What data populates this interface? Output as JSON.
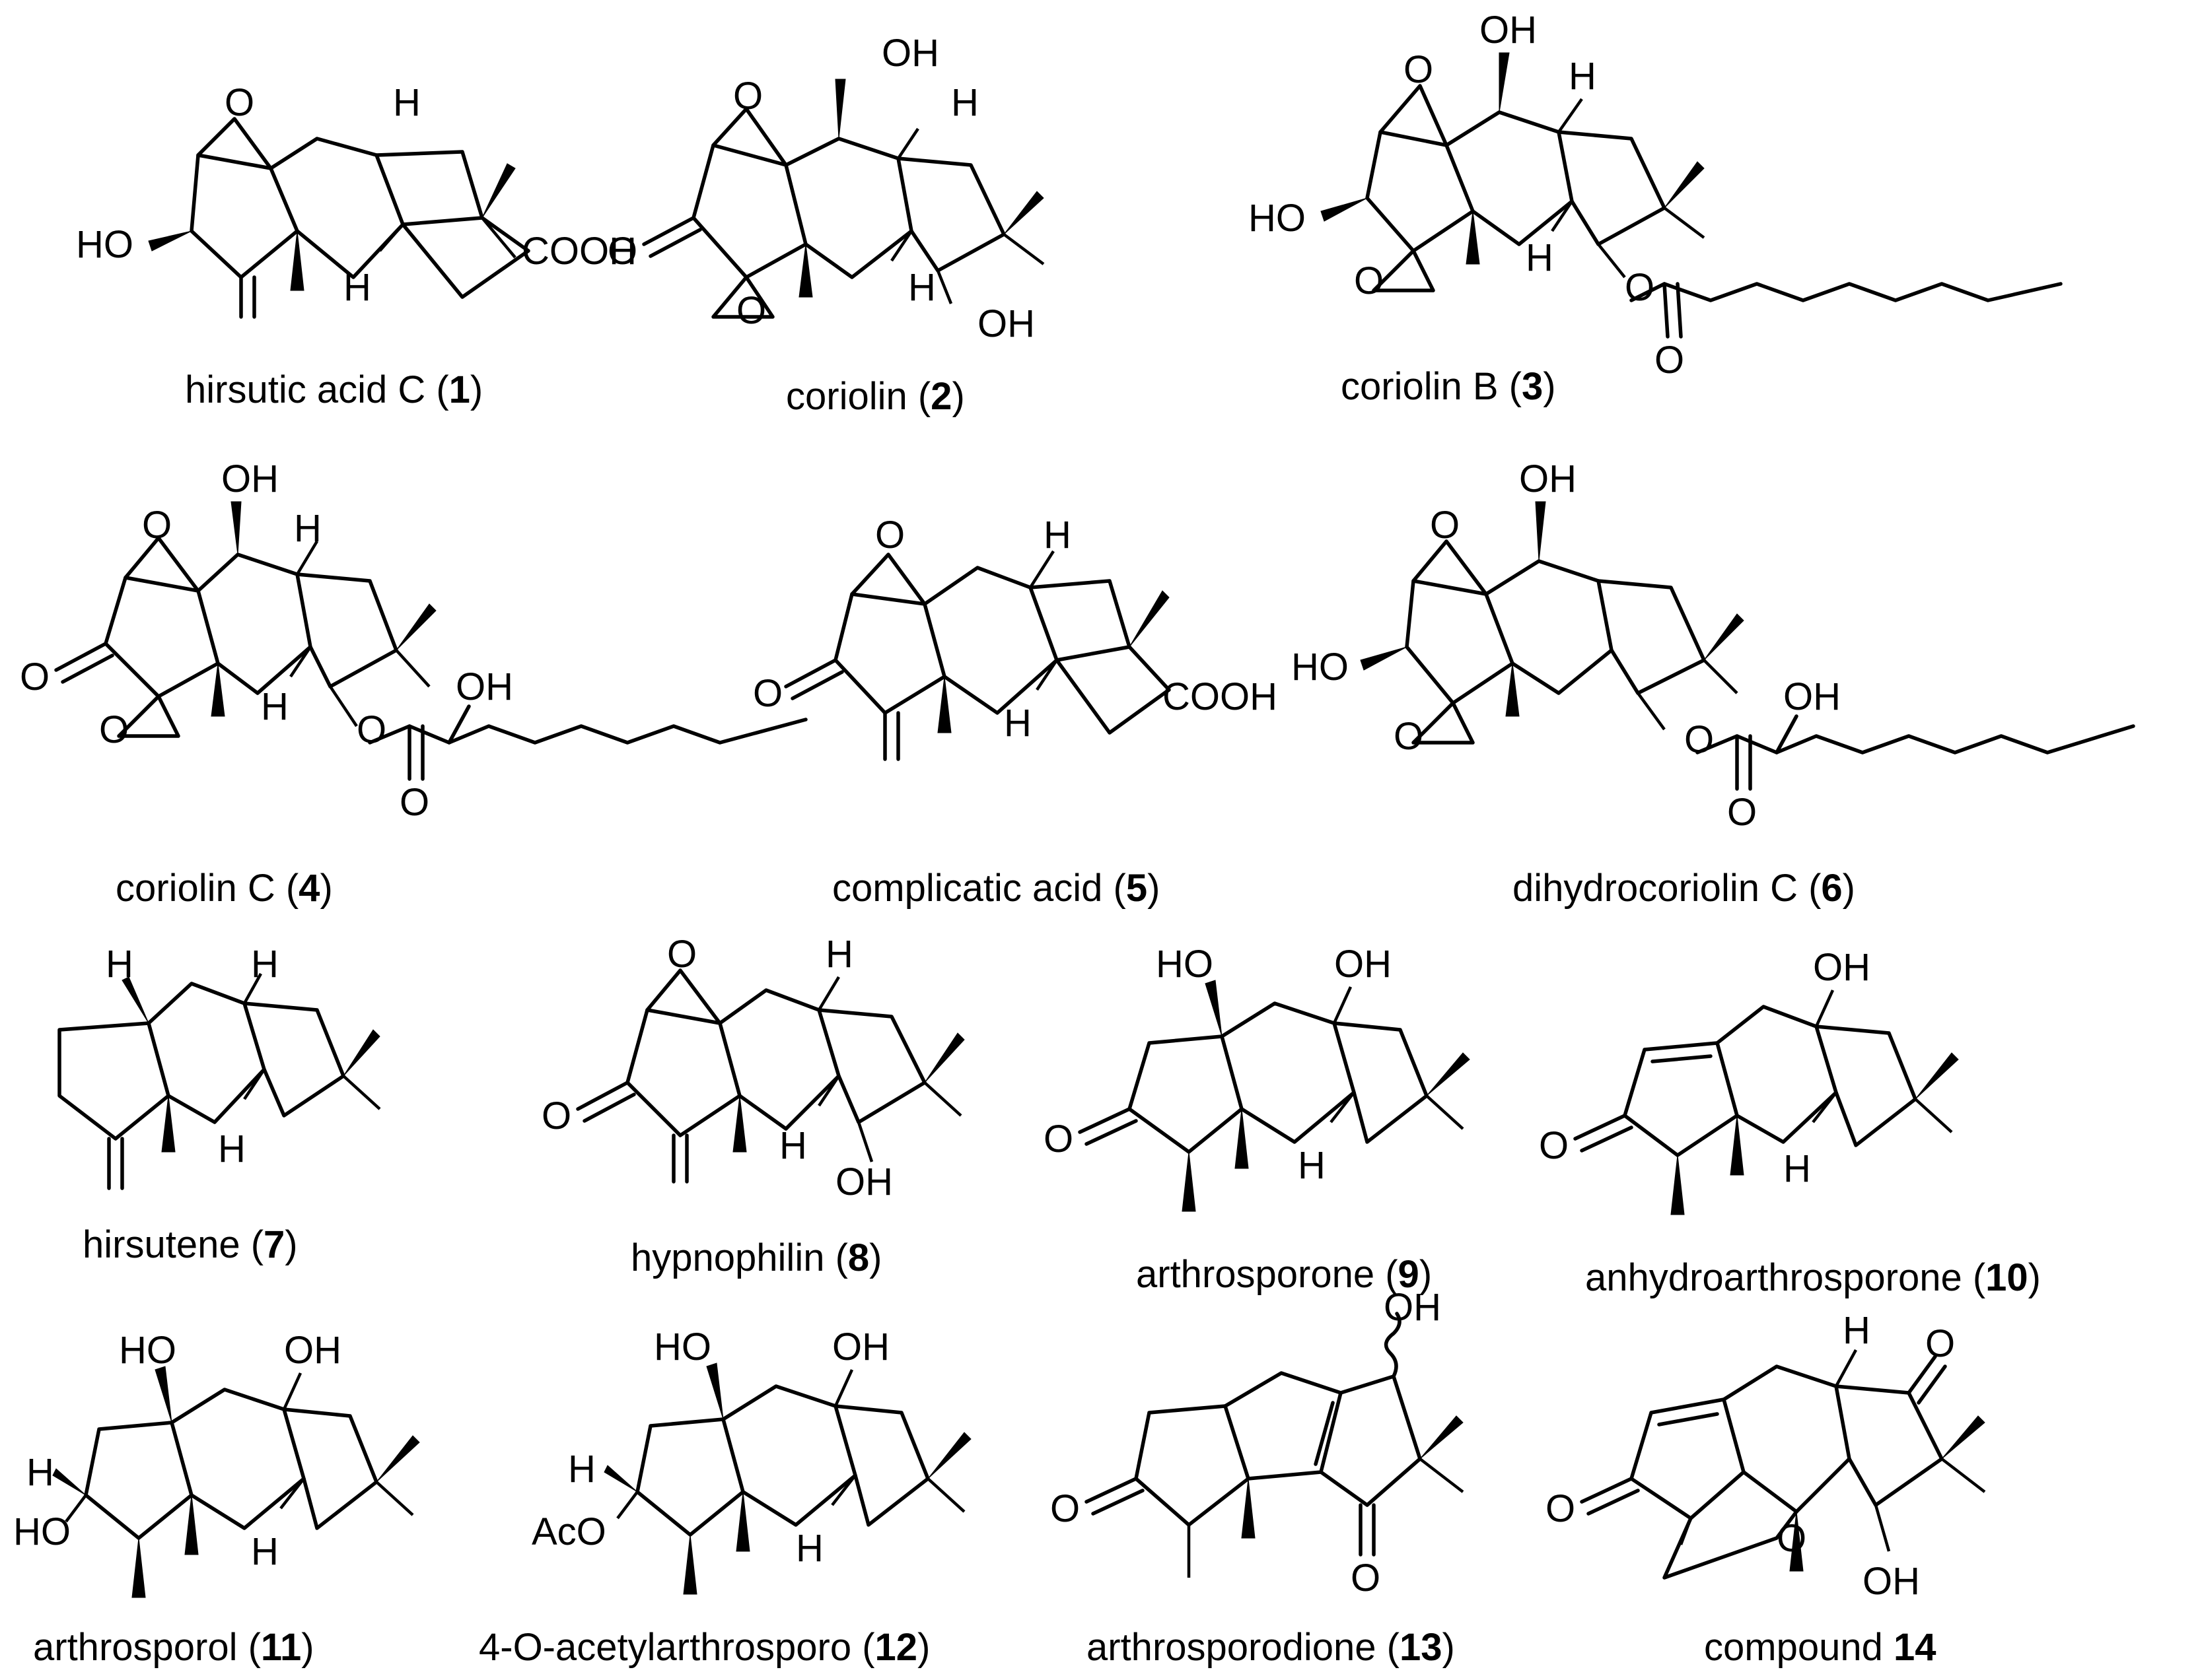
{
  "compounds": [
    {
      "id": "c1",
      "name": "hirsutic acid C (",
      "num": "1",
      "close": ")",
      "labels": {
        "O": "O",
        "H1": "H",
        "HO": "HO",
        "H2": "H",
        "COOH": "COOH"
      }
    },
    {
      "id": "c2",
      "name": "coriolin (",
      "num": "2",
      "close": ")",
      "labels": {
        "OH1": "OH",
        "H1": "H",
        "O": "O",
        "O2": "O",
        "Oep": "O",
        "H2": "H",
        "OH2": "OH"
      }
    },
    {
      "id": "c3",
      "name": "coriolin B (",
      "num": "3",
      "close": ")",
      "labels": {
        "OH": "OH",
        "H1": "H",
        "O": "O",
        "HO": "HO",
        "Oep": "O",
        "H2": "H",
        "Oe": "O",
        "Oc": "O"
      }
    },
    {
      "id": "c4",
      "name": "coriolin C (",
      "num": "4",
      "close": ")",
      "labels": {
        "OH": "OH",
        "H1": "H",
        "O": "O",
        "O2": "O",
        "Oep": "O",
        "H2": "H",
        "Oe": "O",
        "OH2": "OH",
        "Oc": "O"
      }
    },
    {
      "id": "c5",
      "name": "complicatic acid (",
      "num": "5",
      "close": ")",
      "labels": {
        "O": "O",
        "H1": "H",
        "O2": "O",
        "H2": "H",
        "COOH": "COOH"
      }
    },
    {
      "id": "c6",
      "name": "dihydrocoriolin C (",
      "num": "6",
      "close": ")",
      "labels": {
        "OH": "OH",
        "O": "O",
        "HO": "HO",
        "Oep": "O",
        "Oe": "O",
        "OH2": "OH",
        "Oc": "O"
      }
    },
    {
      "id": "c7",
      "name": "hirsutene (",
      "num": "7",
      "close": ")",
      "labels": {
        "H1": "H",
        "H2": "H",
        "H3": "H"
      }
    },
    {
      "id": "c8",
      "name": "hypnophilin (",
      "num": "8",
      "close": ")",
      "labels": {
        "O": "O",
        "H1": "H",
        "O2": "O",
        "H2": "H",
        "OH": "OH"
      }
    },
    {
      "id": "c9",
      "name": "arthrosporone (",
      "num": "9",
      "close": ")",
      "labels": {
        "HO": "HO",
        "OH": "OH",
        "O": "O",
        "H": "H"
      }
    },
    {
      "id": "c10",
      "name": "anhydroarthrosporone (",
      "num": "10",
      "close": ")",
      "labels": {
        "OH": "OH",
        "O": "O",
        "H": "H"
      }
    },
    {
      "id": "c11",
      "name": "arthrosporol (",
      "num": "11",
      "close": ")",
      "labels": {
        "HO1": "HO",
        "OH": "OH",
        "H1": "H",
        "HO2": "HO",
        "H2": "H"
      }
    },
    {
      "id": "c12",
      "name": "4-O-acetylarthrosporo (",
      "num": "12",
      "close": ")",
      "labels": {
        "HO": "HO",
        "OH": "OH",
        "H1": "H",
        "AcO": "AcO",
        "H2": "H"
      }
    },
    {
      "id": "c13",
      "name": "arthrosporodione (",
      "num": "13",
      "close": ")",
      "labels": {
        "OH": "OH",
        "O1": "O",
        "O2": "O"
      }
    },
    {
      "id": "c14",
      "name": "compound ",
      "num": "14",
      "close": "",
      "labels": {
        "H": "H",
        "O1": "O",
        "O2": "O",
        "O3": "O",
        "OH": "OH"
      }
    }
  ]
}
